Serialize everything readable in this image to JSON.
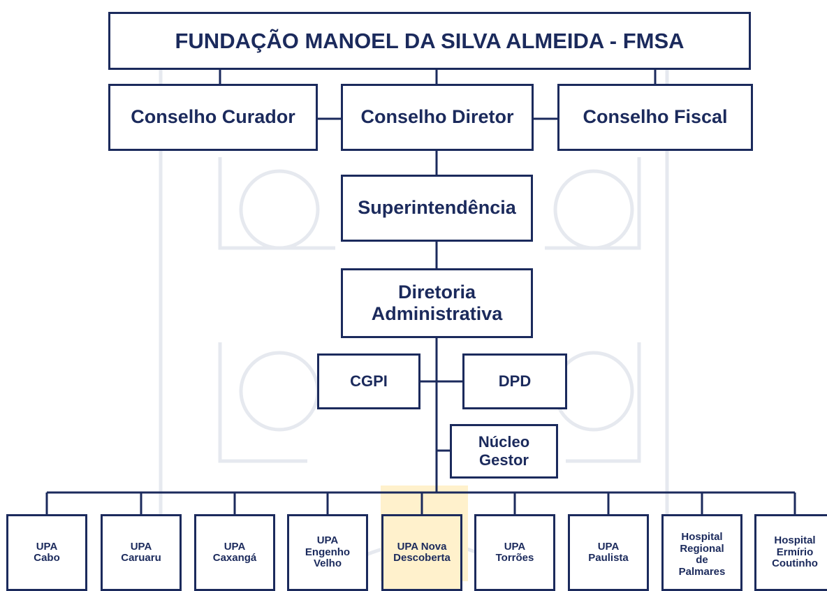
{
  "org_chart": {
    "title": "FUNDAÇÃO MANOEL DA SILVA ALMEIDA - FMSA",
    "councils": {
      "curador": "Conselho Curador",
      "diretor": "Conselho Diretor",
      "fiscal": "Conselho Fiscal"
    },
    "superintendencia": "Superintendência",
    "diretoria": "Diretoria\nAdministrativa",
    "cgpi": "CGPI",
    "dpd": "DPD",
    "nucleo": "Núcleo\nGestor",
    "units": [
      "UPA\nCabo",
      "UPA\nCaruaru",
      "UPA\nCaxangá",
      "UPA\nEngenho\nVelho",
      "UPA Nova\nDescoberta",
      "UPA\nTorrões",
      "UPA\nPaulista",
      "Hospital\nRegional\nde\nPalmares",
      "Hospital\nErmírio\nCoutinho"
    ]
  },
  "colors": {
    "primary": "#1b2a5c",
    "watermark": "#e6e9ef",
    "highlight": "#fff1cc"
  }
}
